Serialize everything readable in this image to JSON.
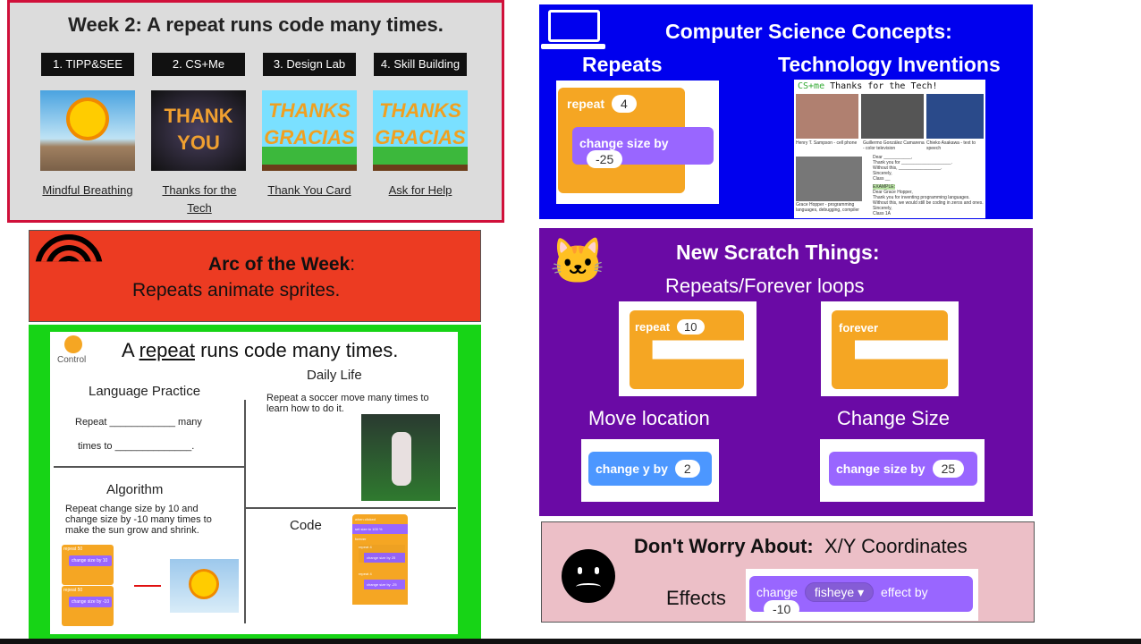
{
  "week": {
    "title": "Week 2: A repeat runs code many times.",
    "tabs": [
      "1. TIPP&SEE",
      "2. CS+Me",
      "3. Design Lab",
      "4. Skill Building"
    ],
    "cards": [
      {
        "image_text": "",
        "link": "Mindful Breathing"
      },
      {
        "image_text": "THANK YOU",
        "link": "Thanks for the Tech"
      },
      {
        "image_text": "THANKS GRACIAS",
        "link": "Thank You Card"
      },
      {
        "image_text": "THANKS GRACIAS",
        "link": "Ask for Help"
      }
    ]
  },
  "cs": {
    "title": "Computer Science Concepts:",
    "left_heading": "Repeats",
    "right_heading": "Technology Inventions",
    "repeat_label": "repeat",
    "repeat_value": "4",
    "change_label": "change size by",
    "change_value": "-25",
    "tech": {
      "brand": "CS+me",
      "title": "Thanks for the Tech!",
      "people": [
        "Henry T. Sampson - cell phone",
        "Guillermo González Camarena - color television",
        "Chieko Asakawa - text to speech",
        "Grace Hopper - programming languages, debugging, compiler"
      ],
      "letter": [
        "Dear ___________,",
        "Thank you for ____________________.",
        "Without this, _________________.",
        "Sincerely,",
        "Class __"
      ],
      "example_label": "EXAMPLE:",
      "example": [
        "Dear Grace Hopper,",
        "Thank you for inventing programming languages.",
        "Without this, we would still be coding in zeros and ones.",
        "Sincerely,",
        "Class 1A"
      ]
    }
  },
  "arc": {
    "title": "Arc of the Week",
    "colon": ":",
    "subtitle": "Repeats animate sprites."
  },
  "sheet": {
    "category": "Control",
    "title_pre": "A ",
    "title_word": "repeat",
    "title_post": " runs code many times.",
    "language": {
      "heading": "Language Practice",
      "line1_a": "Repeat",
      "line1_blank": "____________",
      "line1_b": "many",
      "line2_a": "times to",
      "line2_blank": "______________."
    },
    "daily": {
      "heading": "Daily Life",
      "text": "Repeat a soccer move many times to learn how to do it."
    },
    "algorithm": {
      "heading": "Algorithm",
      "text": "Repeat change size by 10 and change size by -10 many times to make the sun grow and shrink.",
      "blocks": [
        {
          "repeat": "repeat",
          "n": "50",
          "change": "change size by",
          "v": "10"
        },
        {
          "repeat": "repeat",
          "n": "50",
          "change": "change size by",
          "v": "-10"
        }
      ]
    },
    "code": {
      "heading": "Code",
      "hat": "when clicked",
      "set": "set size to",
      "set_v": "100",
      "pct": "%",
      "forever": "forever",
      "repeat": "repeat",
      "n1": "4",
      "c1": "change size by",
      "v1": "25",
      "n2": "4",
      "c2": "change size by",
      "v2": "-25"
    }
  },
  "scratch": {
    "title": "New Scratch Things:",
    "subtitle": "Repeats/Forever loops",
    "repeat_label": "repeat",
    "repeat_value": "10",
    "forever_label": "forever",
    "move_heading": "Move location",
    "move_label": "change y by",
    "move_value": "2",
    "size_heading": "Change Size",
    "size_label": "change size by",
    "size_value": "25"
  },
  "worry": {
    "title": "Don't Worry About:",
    "topic": "X/Y Coordinates",
    "effects": "Effects",
    "change": "change",
    "effect_option": "fisheye",
    "effect_by": "effect by",
    "effect_value": "-10"
  }
}
